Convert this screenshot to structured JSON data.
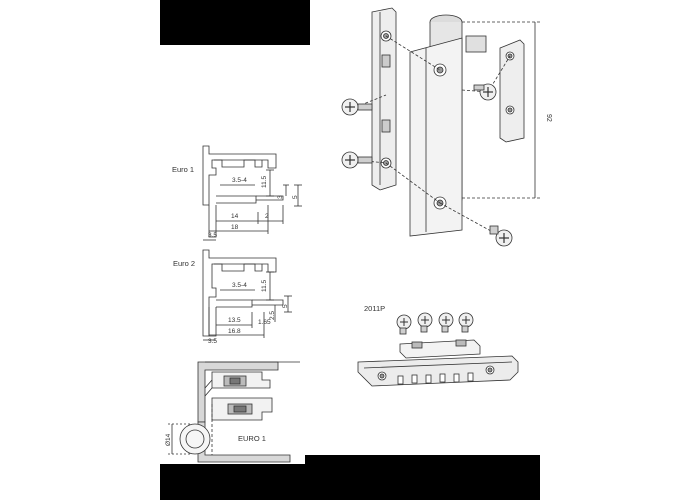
{
  "euro1": {
    "title": "Euro 1",
    "dims": [
      "3.5-4",
      "11.5",
      "3",
      "5",
      "14",
      "2",
      "18",
      "3.5"
    ]
  },
  "euro2": {
    "title": "Euro 2",
    "dims": [
      "3.5-4",
      "11.5",
      "5",
      "2.5",
      "13.5",
      "1.65",
      "16.8",
      "3.5"
    ]
  },
  "section": {
    "label": "EURO 1",
    "diameter": "Ø14"
  },
  "hinge": {
    "height_dim": "92"
  },
  "kit": {
    "label": "2011P"
  },
  "colors": {
    "bar": "#000000",
    "line": "#333333",
    "metal": "#e8e8e8"
  }
}
